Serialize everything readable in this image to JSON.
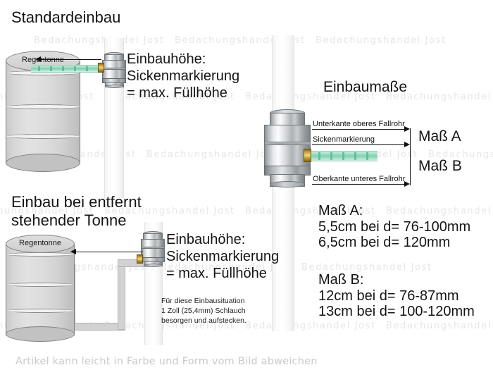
{
  "product": {
    "watermark_text": "Bedachungshandel Jost",
    "footer_disclaimer": "Artikel kann leicht in Farbe und Form vom Bild abweichen"
  },
  "section_standard": {
    "title": "Standardeinbau",
    "barrel_label": "Regentonne",
    "callout": {
      "line1": "Einbauhöhe:",
      "line2": "Sickenmarkierung",
      "line3": "= max. Füllhöhe"
    }
  },
  "section_remote": {
    "title_line1": "Einbau bei entfernt",
    "title_line2": "stehender Tonne",
    "barrel_label": "Regentonne",
    "callout": {
      "line1": "Einbauhöhe:",
      "line2": "Sickenmarkierung",
      "line3": "= max. Füllhöhe"
    },
    "note": {
      "line1": "Für diese Einbausituation",
      "line2": "1 Zoll (25,4mm) Schlauch",
      "line3": "besorgen und aufstecken."
    }
  },
  "section_dimensions": {
    "title": "Einbaumaße",
    "dim_labels": {
      "top": "Unterkante oberes Fallrohr",
      "middle": "Sickenmarkierung",
      "bottom": "Oberkante unteres Fallrohr"
    },
    "brackets": {
      "mass_a": "Maß A",
      "mass_b": "Maß B"
    },
    "specs": {
      "mass_a_heading": "Maß A:",
      "mass_a_line1": "5,5cm bei d= 76-100mm",
      "mass_a_line2": "6,5cm bei d= 120mm",
      "mass_b_heading": "Maß B:",
      "mass_b_line1": "12cm bei d= 76-87mm",
      "mass_b_line2": "13cm bei d= 100-120mm"
    }
  }
}
